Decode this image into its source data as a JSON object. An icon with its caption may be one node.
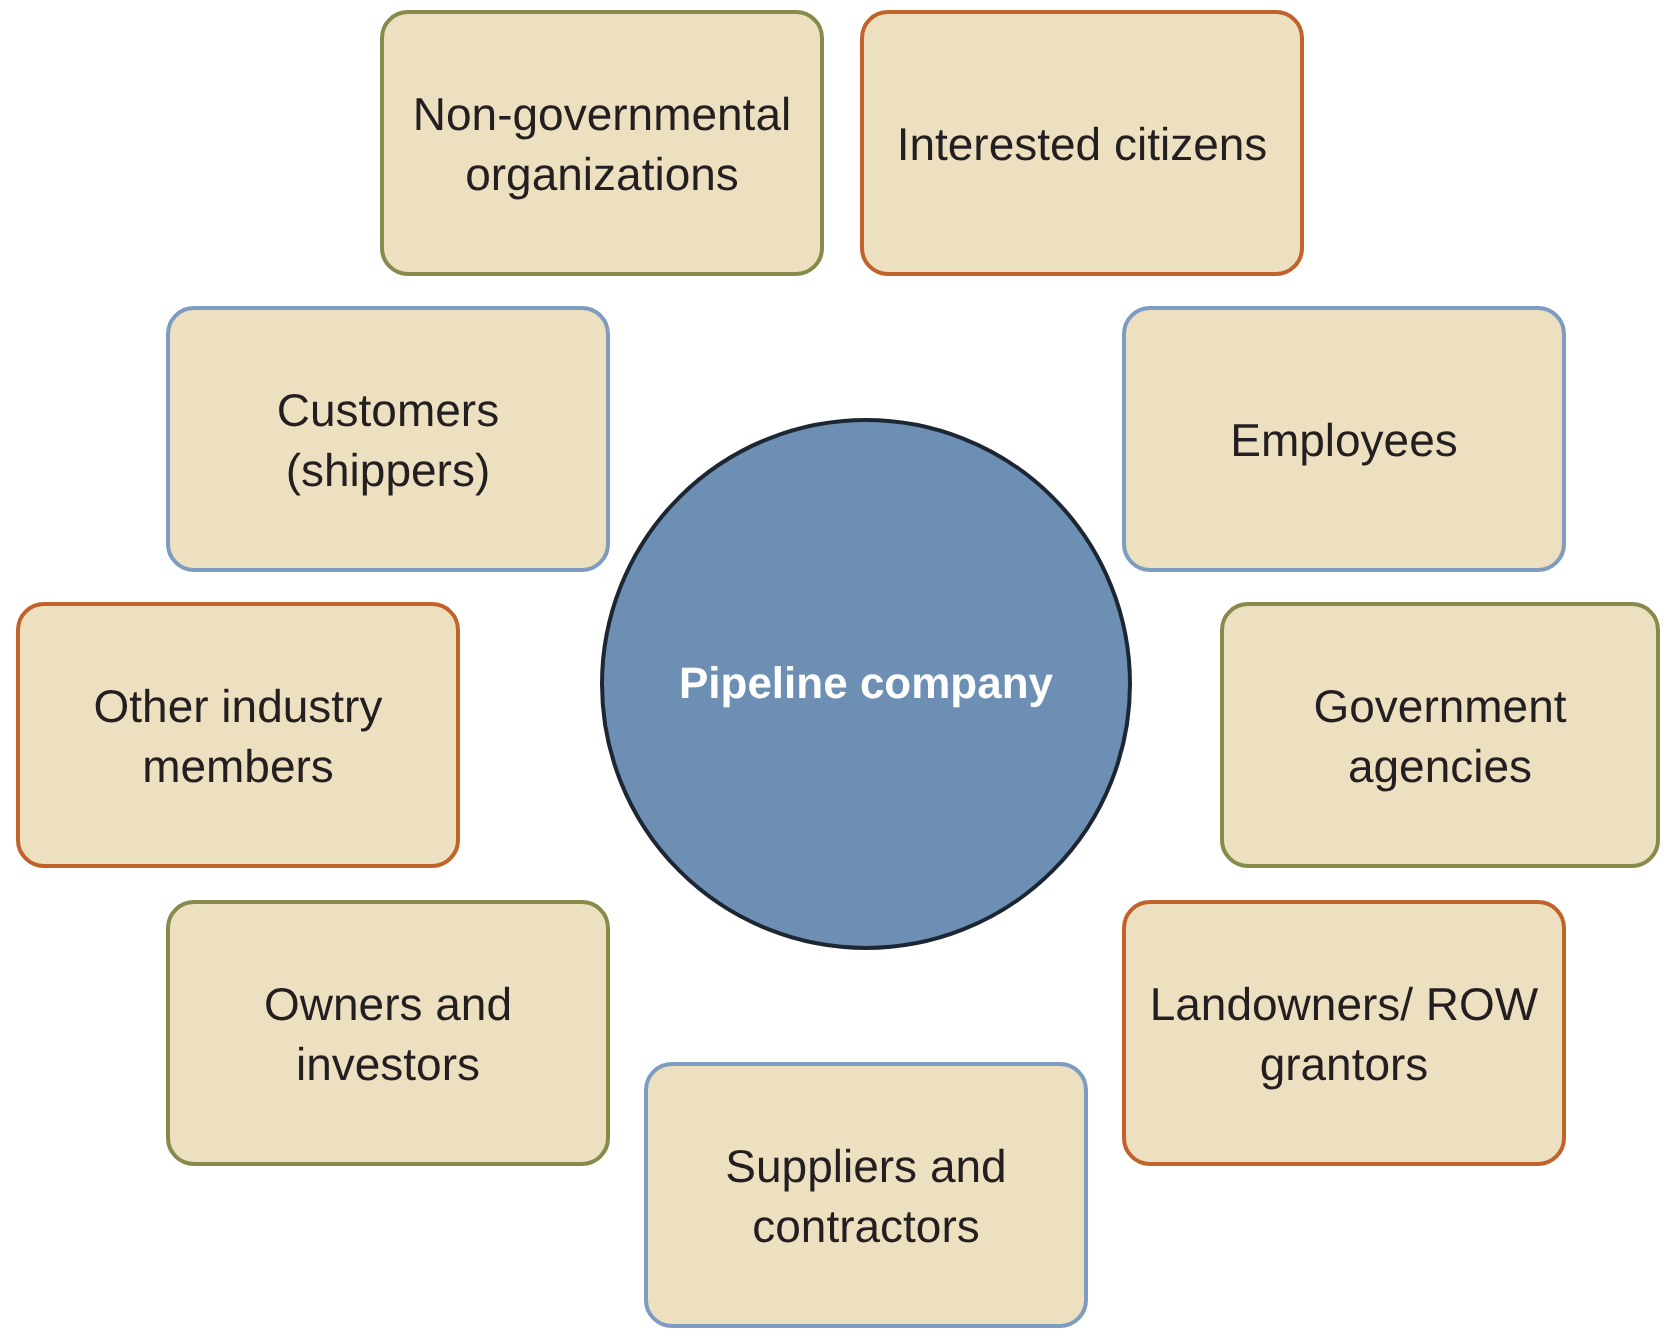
{
  "diagram": {
    "nodes": [
      {
        "text": [
          "Non-governmental organizations"
        ]
      },
      {
        "text": [
          "Interested citizens"
        ]
      },
      {
        "text": [
          "Customers (shippers)"
        ]
      },
      {
        "text": [
          "Employees"
        ]
      },
      {
        "text": [
          "Pipeline company"
        ]
      },
      {
        "text": [
          "Other industry members"
        ]
      },
      {
        "text": [
          "Government agencies"
        ]
      },
      {
        "text": [
          "Owners and investors"
        ]
      },
      {
        "text": [
          "Landowners/ ROW grantors"
        ]
      },
      {
        "text": [
          "Suppliers and contractors"
        ]
      }
    ]
  }
}
